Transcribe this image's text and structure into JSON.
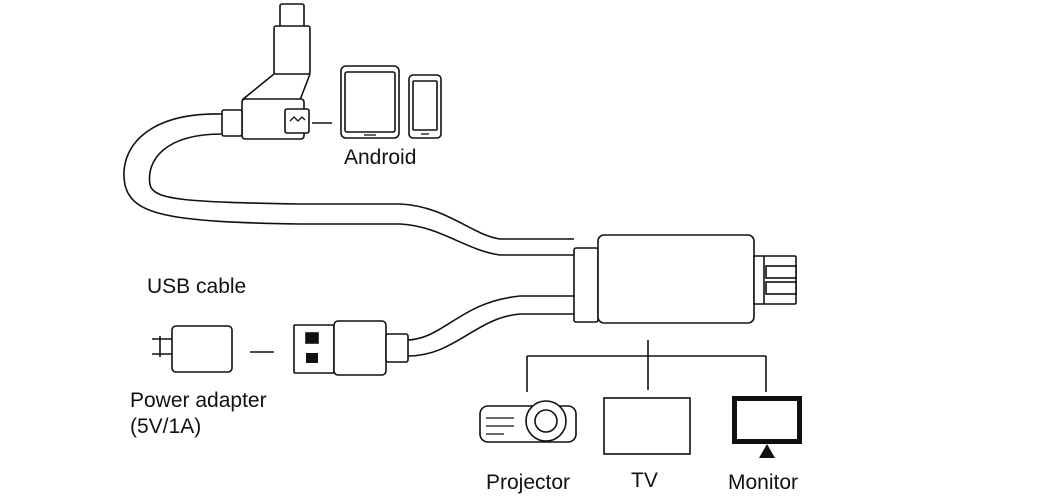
{
  "labels": {
    "android": "Android",
    "usb_cable": "USB cable",
    "power_adapter": "Power adapter",
    "power_spec": "(5V/1A)",
    "projector": "Projector",
    "tv": "TV",
    "monitor": "Monitor"
  },
  "colors": {
    "line": "#111111",
    "background": "#ffffff"
  }
}
